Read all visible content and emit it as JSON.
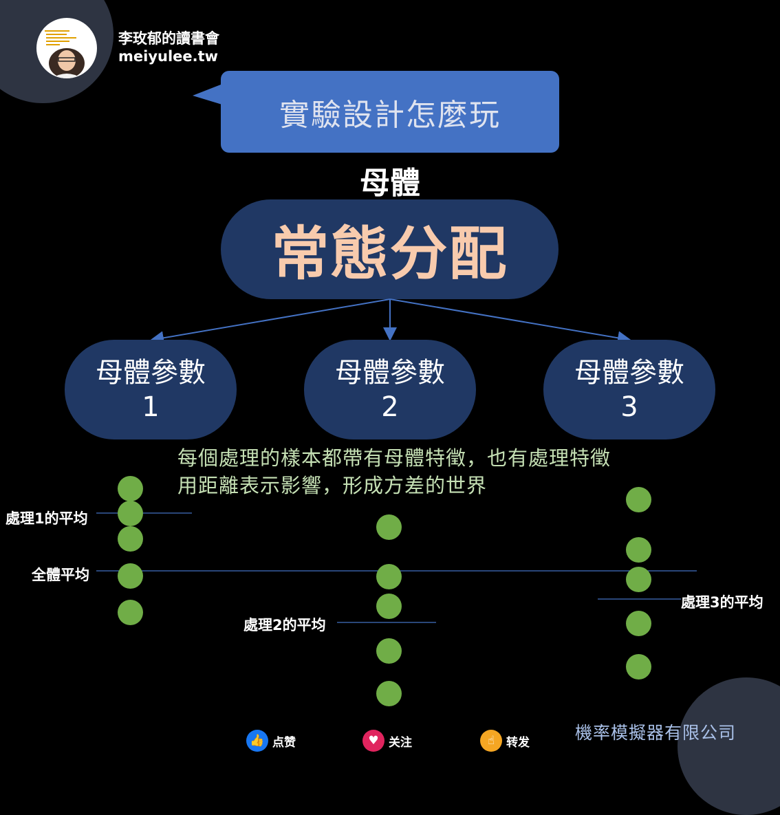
{
  "site": {
    "name": "李玫郁的讀書會",
    "url": "meiyulee.tw"
  },
  "bubble_title": "實驗設計怎麼玩",
  "parent_label": "母體",
  "distribution": "常態分配",
  "params": [
    {
      "label": "母體參數",
      "number": "1"
    },
    {
      "label": "母體參數",
      "number": "2"
    },
    {
      "label": "母體參數",
      "number": "3"
    }
  ],
  "caption": {
    "line1": "每個處理的樣本都帶有母體特徵，也有處理特徵",
    "line2": "用距離表示影響，形成方差的世界"
  },
  "means": {
    "treatment1": "處理1的平均",
    "overall": "全體平均",
    "treatment2": "處理2的平均",
    "treatment3": "處理3的平均"
  },
  "company": "機率模擬器有限公司",
  "actions": {
    "like": "点赞",
    "follow": "关注",
    "share": "转发"
  },
  "colors": {
    "bubble": "#4472c4",
    "node": "#203864",
    "node_text": "#f8cbad",
    "dot": "#70ad47",
    "caption": "#c5e0b4",
    "lines": "#4472c4"
  }
}
